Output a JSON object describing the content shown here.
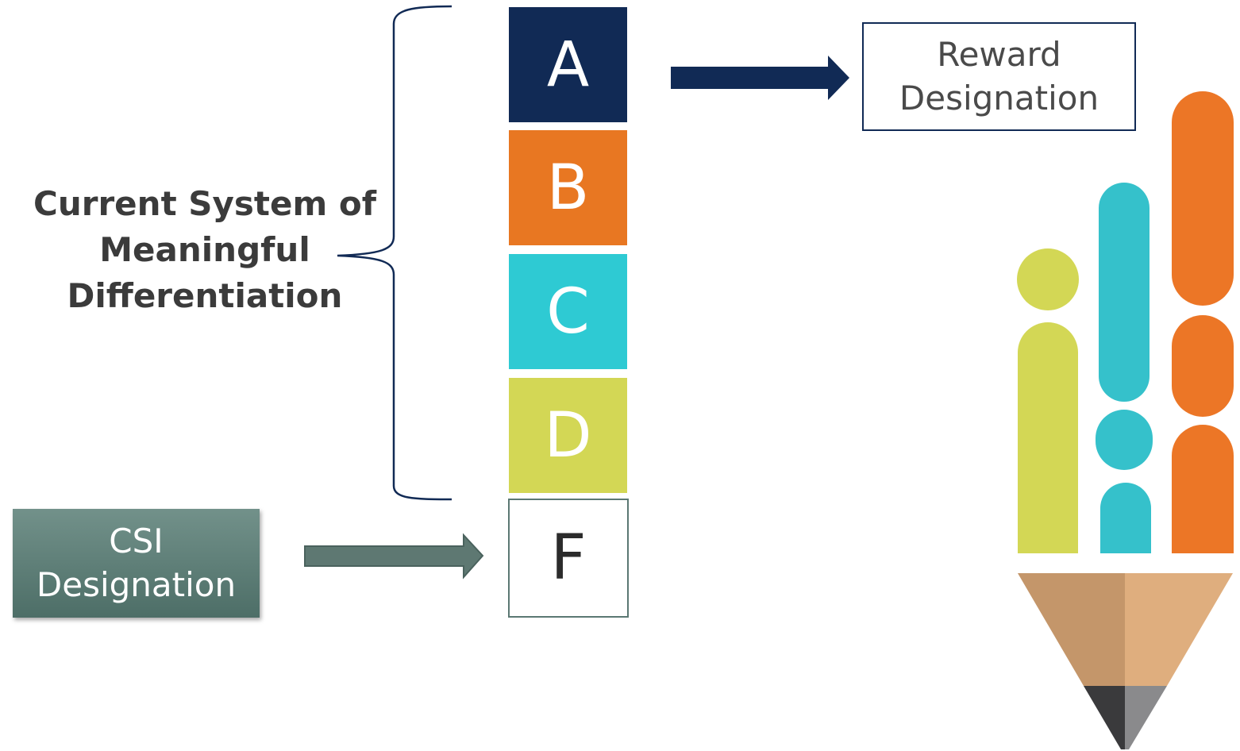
{
  "grades": {
    "a": "A",
    "b": "B",
    "c": "C",
    "d": "D",
    "f": "F"
  },
  "reward_label": "Reward\nDesignation",
  "csi_label": "CSI\nDesignation",
  "system_label": "Current System of\nMeaningful\nDifferentiation",
  "colors": {
    "navy": "#112a55",
    "orange": "#e87722",
    "teal": "#2ecad3",
    "lime": "#d3d755",
    "slate_green": "#5b7873",
    "pencil_light": "#dfae7e",
    "pencil_dark": "#c4966a"
  },
  "icons": {
    "right_arrow": "arrow-right-icon",
    "bracket": "curly-brace-icon",
    "logo": "pencil-logo-icon"
  }
}
